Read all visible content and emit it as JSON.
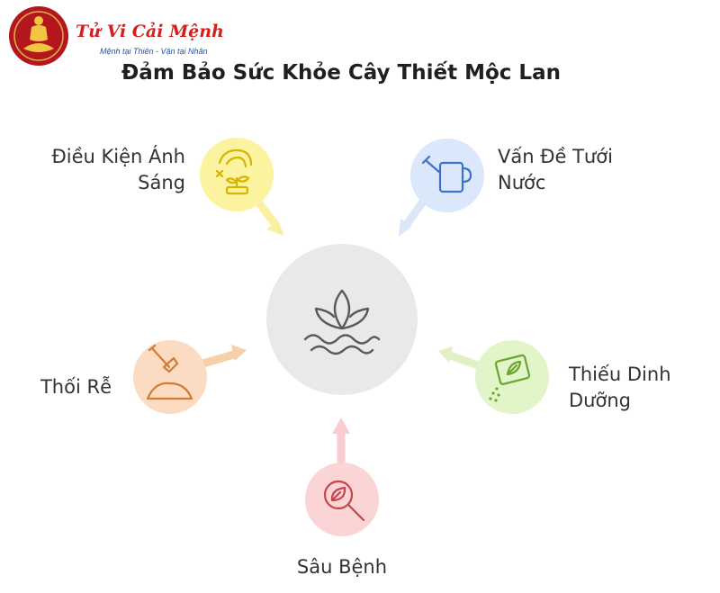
{
  "logo": {
    "name": "Tử Vi Cải Mệnh",
    "tagline": "Mệnh tại Thiên - Vận tại Nhân"
  },
  "title": "Đảm Bảo Sức Khỏe Cây Thiết Mộc Lan",
  "center": {
    "icon": "lotus-icon"
  },
  "nodes": {
    "light": {
      "label_line1": "Điều Kiện Ánh",
      "label_line2": "Sáng",
      "icon": "plant-sun-icon",
      "color": "#fbf3a0",
      "accent": "#d8b400"
    },
    "water": {
      "label_line1": "Vấn Đề Tưới",
      "label_line2": "Nước",
      "icon": "watering-can-icon",
      "color": "#dbe7fb",
      "accent": "#3d72c9"
    },
    "nutrition": {
      "label_line1": "Thiếu Dinh",
      "label_line2": "Dưỡng",
      "icon": "fertilizer-bag-icon",
      "color": "#e2f5c9",
      "accent": "#6aa52e"
    },
    "pest": {
      "label": "Sâu Bệnh",
      "icon": "magnifier-leaf-icon",
      "color": "#fbd4d6",
      "accent": "#c8444c"
    },
    "root": {
      "label": "Thối Rễ",
      "icon": "shovel-soil-icon",
      "color": "#fbdcc2",
      "accent": "#d27b34"
    }
  },
  "colors": {
    "center": "#e9e9e9",
    "center_icon": "#5a5a5a"
  }
}
